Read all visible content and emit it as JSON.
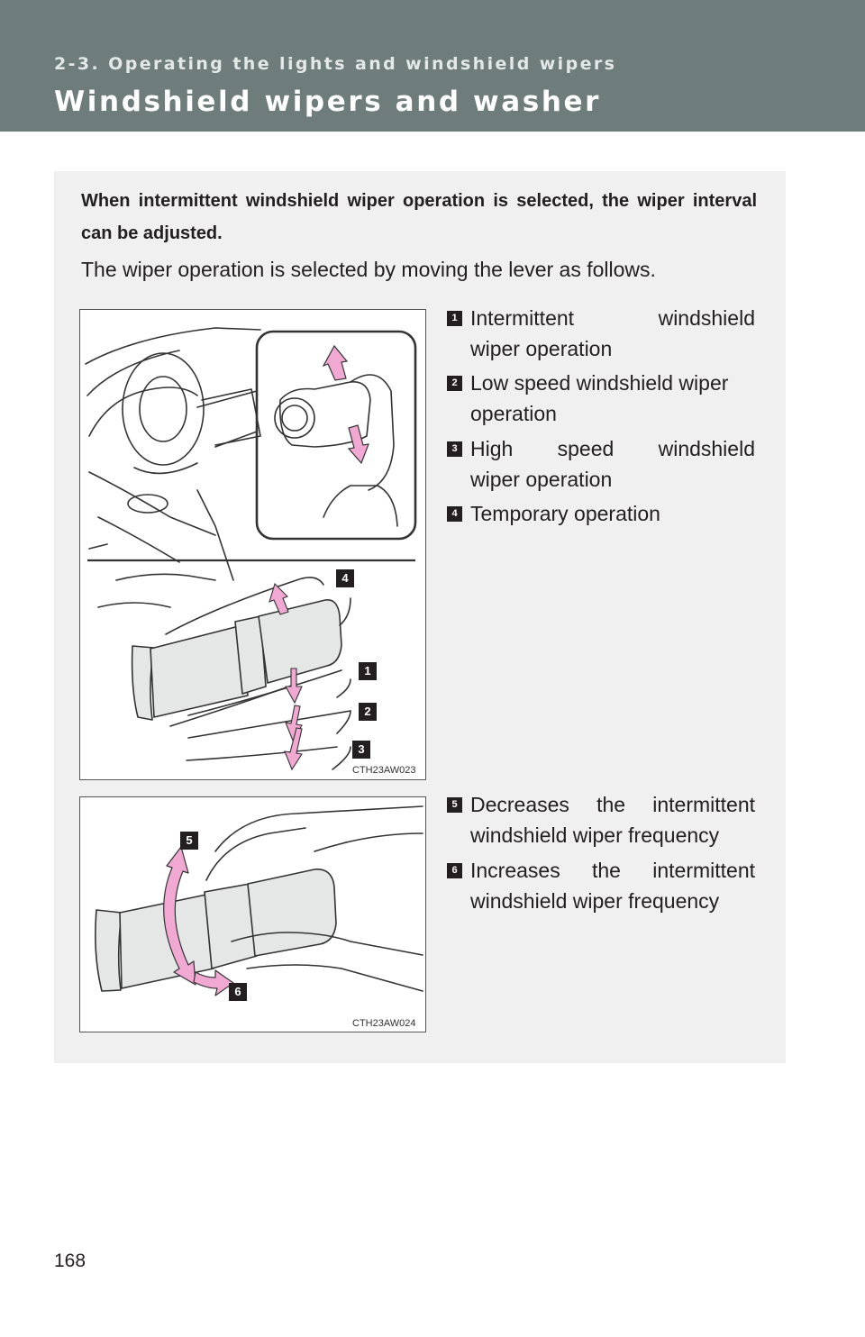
{
  "header": {
    "section": "2-3. Operating the lights and windshield wipers",
    "title": "Windshield wipers and washer"
  },
  "intro": {
    "bold": "When intermittent windshield wiper operation is selected, the wiper interval can be adjusted.",
    "plain": "The wiper operation is selected by moving the lever as follows."
  },
  "figure1": {
    "code": "CTH23AW023",
    "callouts": [
      "4",
      "1",
      "2",
      "3"
    ]
  },
  "figure2": {
    "code": "CTH23AW024",
    "callouts": [
      "5",
      "6"
    ]
  },
  "items": [
    {
      "num": "1",
      "line1": "Intermittent windshield",
      "line2": "wiper operation"
    },
    {
      "num": "2",
      "line1": "Low speed windshield wiper",
      "line2": "operation"
    },
    {
      "num": "3",
      "line1": "High speed windshield",
      "line2": "wiper operation"
    },
    {
      "num": "4",
      "line1": "Temporary operation",
      "line2": ""
    },
    {
      "num": "5",
      "line1": "Decreases the intermittent",
      "line2": "windshield wiper frequency"
    },
    {
      "num": "6",
      "line1": "Increases the intermittent",
      "line2": "windshield wiper frequency"
    }
  ],
  "page_number": "168",
  "colors": {
    "header_bg": "#6e7c7b",
    "panel_bg": "#eff0ef",
    "arrow_pink": "#f1a9d4"
  }
}
